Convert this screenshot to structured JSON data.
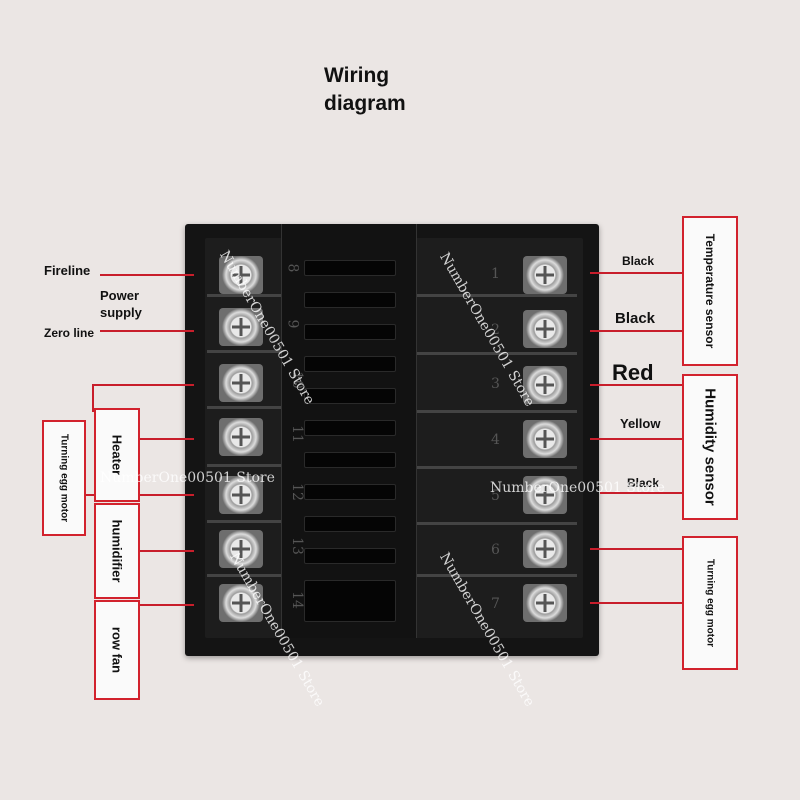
{
  "title_line1": "Wiring",
  "title_line2": "diagram",
  "left_labels": {
    "fireline": "Fireline",
    "power_supply_line1": "Power",
    "power_supply_line2": "supply",
    "zero_line": "Zero line"
  },
  "right_labels": {
    "black1": "Black",
    "black2": "Black",
    "red": "Red",
    "yellow": "Yellow",
    "black3": "Black"
  },
  "boxes": {
    "turning_egg_motor_left": "Turning egg motor",
    "heater": "Heater",
    "humidifier": "humidifier",
    "row_fan": "row fan",
    "temperature_sensor": "Temperature sensor",
    "humidity_sensor": "Humidity sensor",
    "turning_egg_motor_right": "Turning egg motor"
  },
  "terminal_numbers_left": [
    "8",
    "9",
    "10",
    "11",
    "12",
    "13",
    "14"
  ],
  "terminal_numbers_right": [
    "1",
    "2",
    "3",
    "4",
    "5",
    "6",
    "7"
  ],
  "watermark": "NumberOne00501 Store",
  "colors": {
    "wire_red": "#c81e2b",
    "box_border": "#d2222d",
    "body": "#141414",
    "background": "#ebe6e4"
  }
}
